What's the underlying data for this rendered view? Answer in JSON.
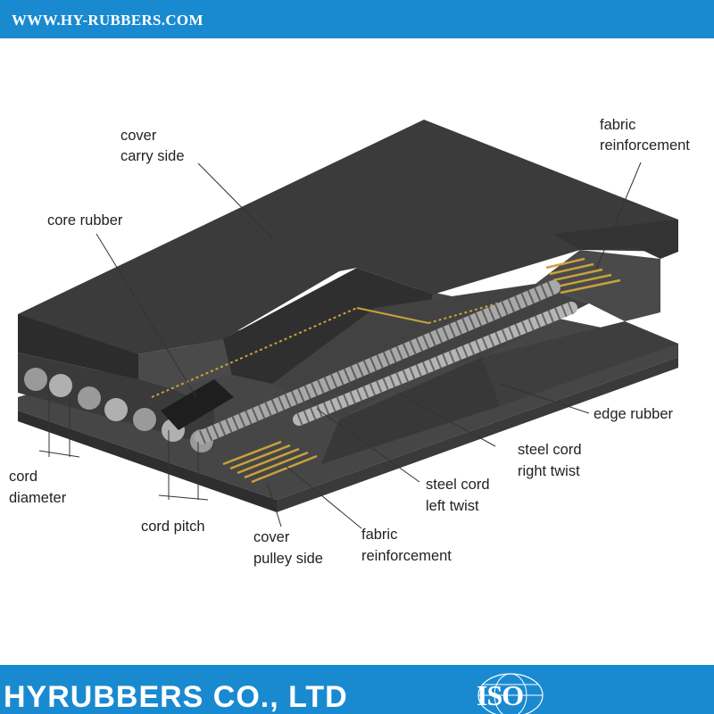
{
  "header": {
    "url": "WWW.HY-RUBBERS.COM"
  },
  "diagram": {
    "labels": {
      "cover_carry_side_1": "cover",
      "cover_carry_side_2": "carry side",
      "fabric_top_1": "fabric",
      "fabric_top_2": "reinforcement",
      "core_rubber": "core rubber",
      "edge_rubber": "edge rubber",
      "steel_right_1": "steel cord",
      "steel_right_2": "right twist",
      "steel_left_1": "steel cord",
      "steel_left_2": "left twist",
      "cord_diameter_1": "cord",
      "cord_diameter_2": "diameter",
      "cord_pitch": "cord pitch",
      "cover_pulley_1": "cover",
      "cover_pulley_2": "pulley side",
      "fabric_bottom_1": "fabric",
      "fabric_bottom_2": "reinforcement"
    }
  },
  "footer": {
    "company": "HYRUBBERS CO., LTD",
    "logo_text": "ISO"
  },
  "colors": {
    "brand_blue": "#1a8ad0",
    "rubber_dark": "#3b3b3b",
    "fabric": "#c9a23c"
  }
}
